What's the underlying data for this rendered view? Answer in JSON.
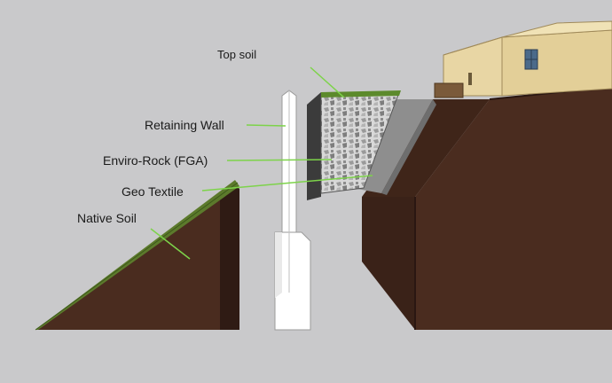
{
  "diagram": {
    "labels": {
      "top_soil": "Top soil",
      "retaining_wall": "Retaining Wall",
      "enviro_rock": "Enviro-Rock (FGA)",
      "geo_textile": "Geo Textile",
      "native_soil": "Native Soil"
    },
    "colors": {
      "background": "#c9c9cb",
      "soil_front": "#4a2c1f",
      "soil_side": "#3a2218",
      "grass": "#5c7a2c",
      "wall": "#ffffff",
      "leader_line": "#7dd34a",
      "house_siding": "#e8d6a4",
      "house_roof": "#f0e2b6"
    },
    "icons": [
      "house-icon",
      "gravel-pattern"
    ]
  }
}
